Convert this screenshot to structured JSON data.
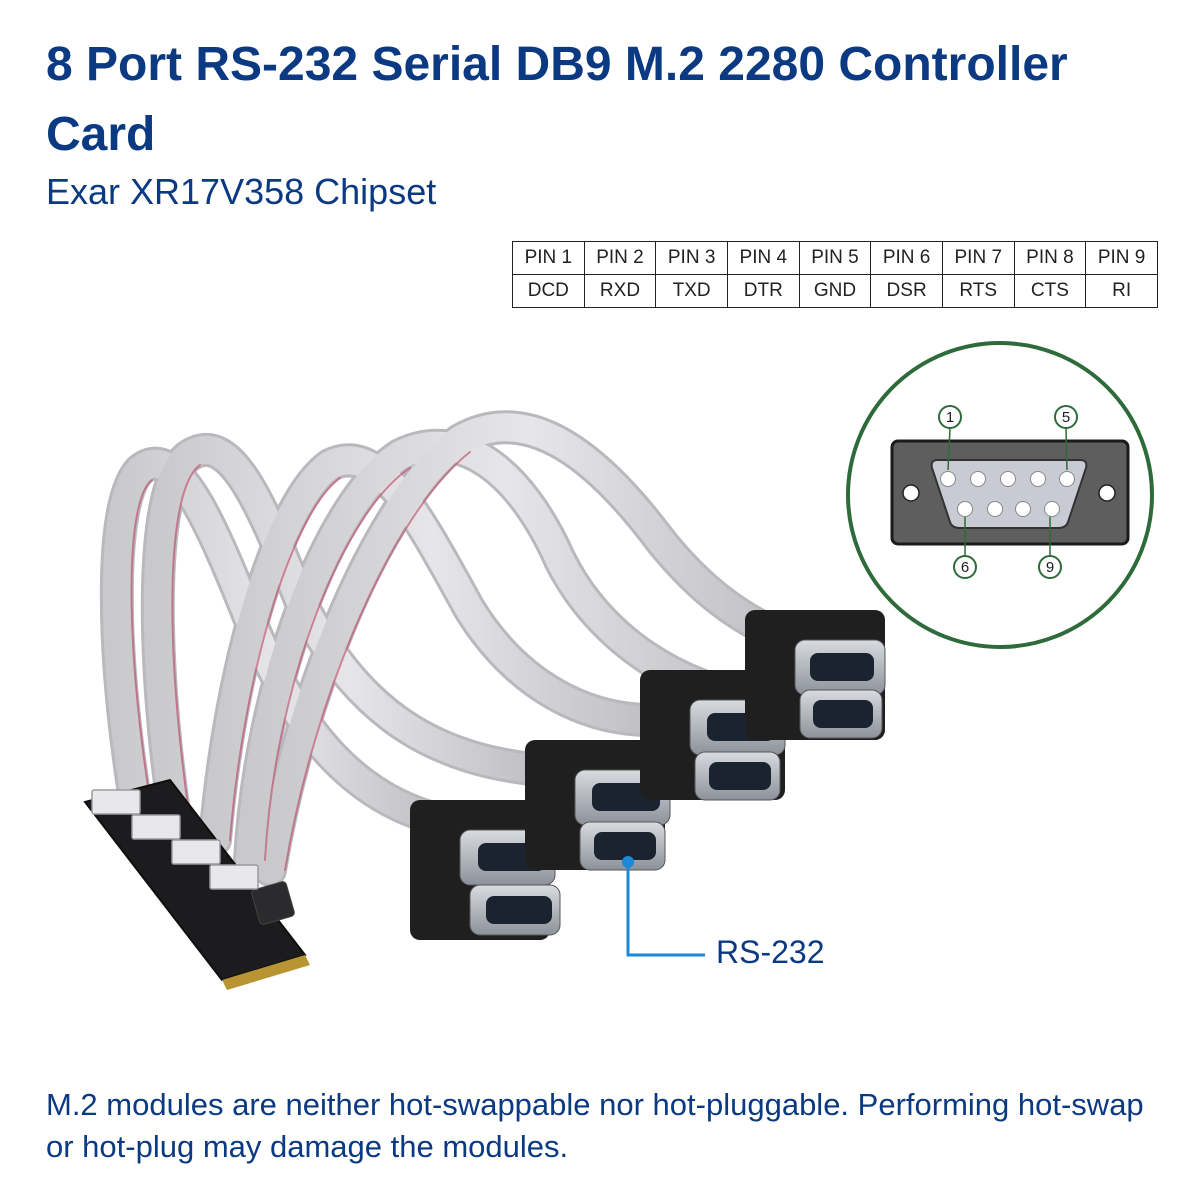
{
  "header": {
    "title": "8 Port RS-232 Serial DB9 M.2 2280 Controller Card",
    "subtitle": "Exar XR17V358 Chipset"
  },
  "pin_table": {
    "pins": [
      "PIN 1",
      "PIN 2",
      "PIN 3",
      "PIN 4",
      "PIN 5",
      "PIN 6",
      "PIN 7",
      "PIN 8",
      "PIN 9"
    ],
    "signals": [
      "DCD",
      "RXD",
      "TXD",
      "DTR",
      "GND",
      "DSR",
      "RTS",
      "CTS",
      "RI"
    ]
  },
  "connector_diagram": {
    "pin_labels": [
      "1",
      "5",
      "6",
      "9"
    ]
  },
  "callout": {
    "label": "RS-232"
  },
  "footer": {
    "note": "M.2 modules are neither hot-swappable nor hot-pluggable. Performing hot-swap or hot-plug may damage the modules."
  },
  "colors": {
    "title_blue": "#0b3a82",
    "diagram_green": "#2e6b3a",
    "callout_blue": "#1a8ad8",
    "cable_gray": "#d6d6d8",
    "connector_black": "#1f1f1f"
  }
}
